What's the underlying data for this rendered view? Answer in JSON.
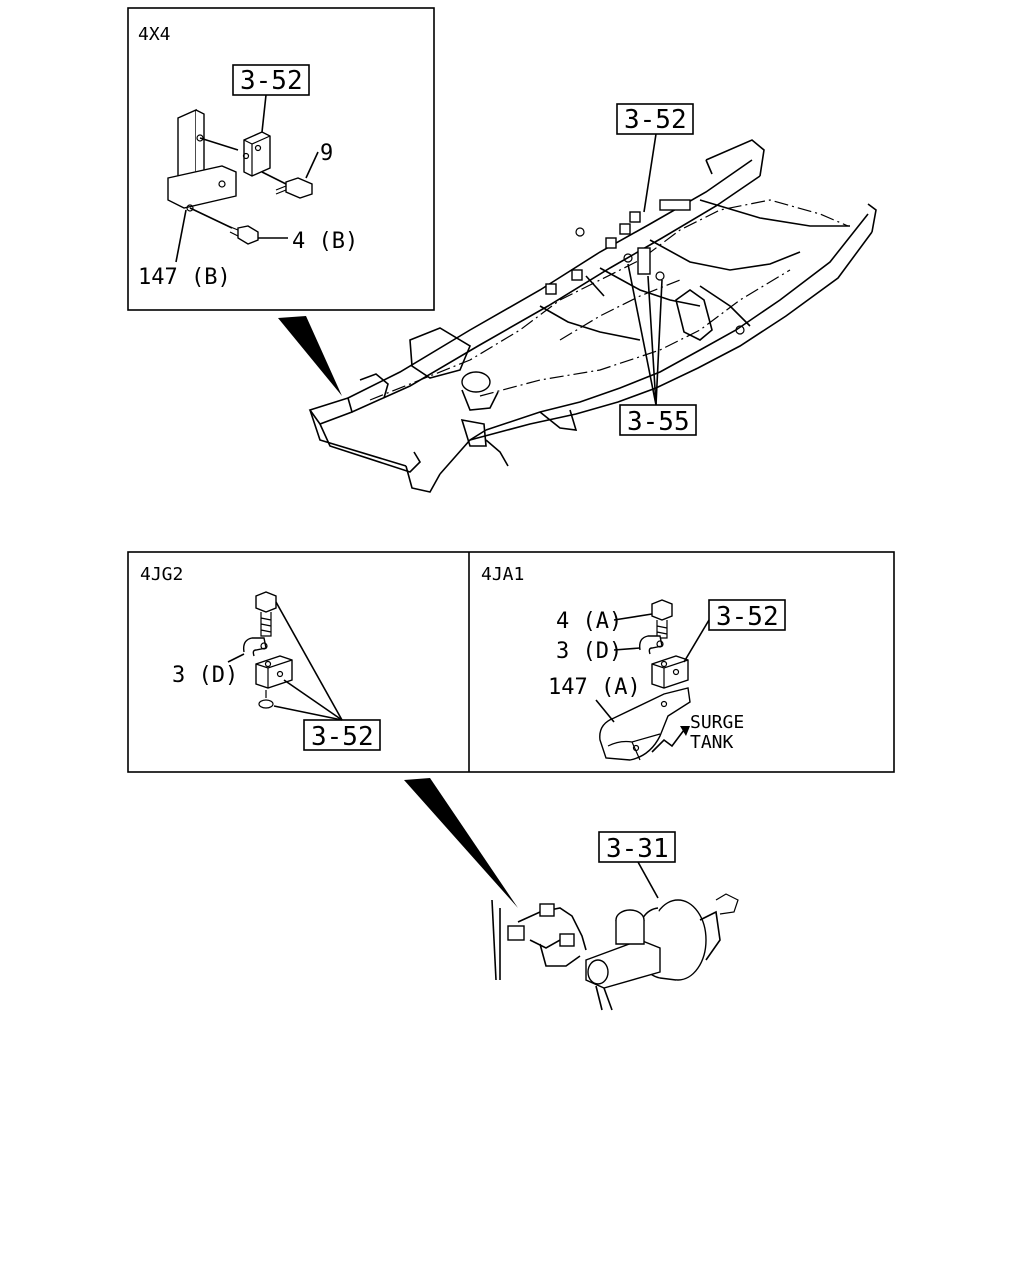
{
  "top_inset": {
    "variant": "4X4",
    "ref_box": "3-52",
    "labels": {
      "bolt": "9",
      "bolt_b": "4 (B)",
      "bracket": "147 (B)"
    }
  },
  "chassis": {
    "refs": {
      "upper": "3-52",
      "lower": "3-55"
    }
  },
  "panel_4jg2": {
    "variant": "4JG2",
    "clip": "3 (D)",
    "ref_box": "3-52"
  },
  "panel_4ja1": {
    "variant": "4JA1",
    "bolt": "4 (A)",
    "clip": "3 (D)",
    "bracket": "147 (A)",
    "ref_box": "3-52",
    "note_line1": "SURGE",
    "note_line2": "TANK"
  },
  "booster": {
    "ref_box": "3-31"
  }
}
